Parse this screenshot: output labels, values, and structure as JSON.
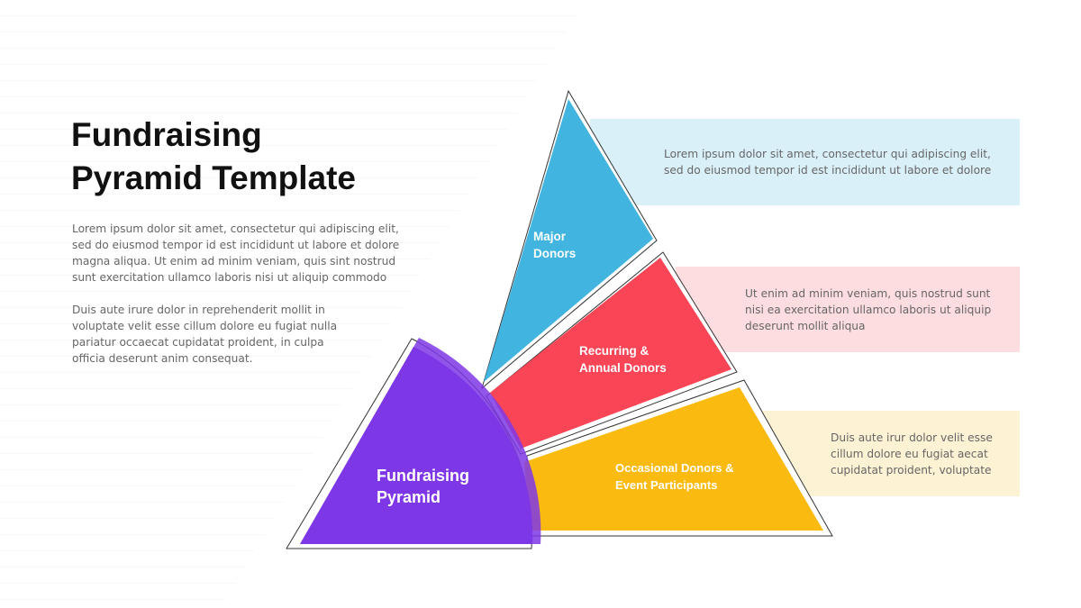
{
  "slide": {
    "title_lines": [
      "Fundraising",
      "Pyramid Template"
    ],
    "paragraph_1": "Lorem ipsum dolor sit amet, consectetur qui adipiscing elit, sed do eiusmod tempor id est incididunt ut labore et dolore magna aliqua. Ut enim ad minim veniam, quis sint nostrud sunt exercitation ullamco laboris nisi ut aliquip commodo",
    "paragraph_2": "Duis aute irure dolor in reprehenderit mollit in voluptate velit esse cillum dolore eu fugiat nulla pariatur occaecat cupidatat proident, in culpa officia deserunt anim consequat."
  },
  "pyramid": {
    "center_label_lines": [
      "Fundraising",
      "Pyramid"
    ],
    "tiers": [
      {
        "label_lines": [
          "Major",
          "Donors"
        ],
        "color": "#42B4E0",
        "panel_color": "#DAF0F8",
        "description": "Lorem ipsum dolor sit amet, consectetur qui adipiscing elit, sed do eiusmod tempor id est incididunt ut labore et dolore"
      },
      {
        "label_lines": [
          "Recurring &",
          "Annual Donors"
        ],
        "color": "#FA4556",
        "panel_color": "#FDDDE0",
        "description": "Ut enim ad minim veniam, quis nostrud sunt nisi ea exercitation ullamco laboris ut aliquip deserunt mollit aliqua"
      },
      {
        "label_lines": [
          "Occasional Donors &",
          "Event Participants"
        ],
        "color": "#FBBA10",
        "panel_color": "#FEF2D4",
        "description": "Duis aute irur dolor velit esse cillum dolore eu fugiat aecat cupidatat proident, voluptate"
      }
    ],
    "center_color": "#7E37E6"
  }
}
